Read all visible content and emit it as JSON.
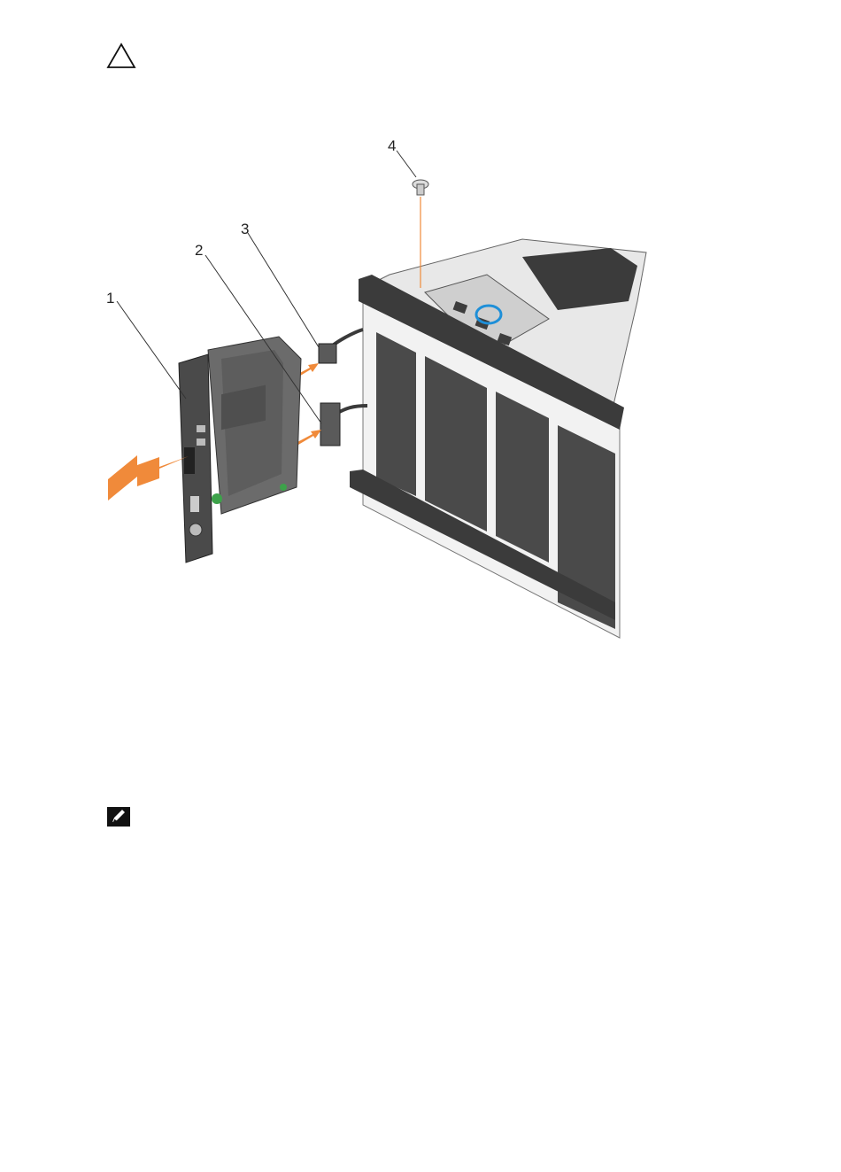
{
  "icons": {
    "caution": "caution-triangle-icon",
    "note": "note-pencil-icon"
  },
  "figure": {
    "callouts": [
      {
        "label": "1"
      },
      {
        "label": "2"
      },
      {
        "label": "3"
      },
      {
        "label": "4"
      }
    ],
    "colors": {
      "arrow": "#f08a3a",
      "panel": "#4a4a4a",
      "chassis": "#3a3a3a",
      "release_ring": "#1e8fd8",
      "indicator": "#3da24a"
    }
  }
}
